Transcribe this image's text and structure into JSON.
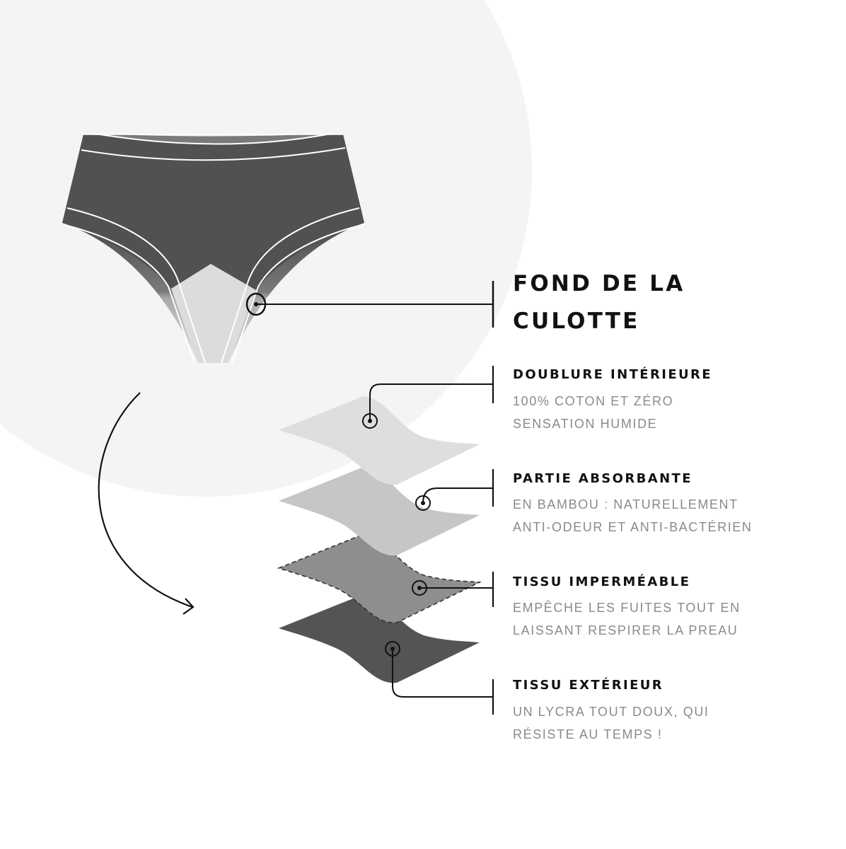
{
  "main_label": {
    "line1": "FOND DE LA",
    "line2": "CULOTTE"
  },
  "layers": [
    {
      "title": "DOUBLURE INTÉRIEURE",
      "desc1": "100% COTON ET ZÉRO",
      "desc2": "SENSATION HUMIDE",
      "color": "#dedede"
    },
    {
      "title": "PARTIE ABSORBANTE",
      "desc1": "EN BAMBOU : NATURELLEMENT",
      "desc2": "ANTI-ODEUR ET ANTI-BACTÉRIEN",
      "color": "#c6c6c6"
    },
    {
      "title": "TISSU IMPERMÉABLE",
      "desc1": "EMPÊCHE LES FUITES TOUT EN",
      "desc2": "LAISSANT RESPIRER LA PREAU",
      "color": "#8e8e8e"
    },
    {
      "title": "TISSU EXTÉRIEUR",
      "desc1": "UN LYCRA TOUT DOUX, QUI",
      "desc2": "RÉSISTE AU TEMPS !",
      "color": "#545454"
    }
  ],
  "colors": {
    "background_circle": "#f4f4f4",
    "garment_dark": "#515151",
    "garment_light": "#dcdcdc",
    "text_dark": "#111111",
    "text_gray": "#8a8a8a"
  }
}
